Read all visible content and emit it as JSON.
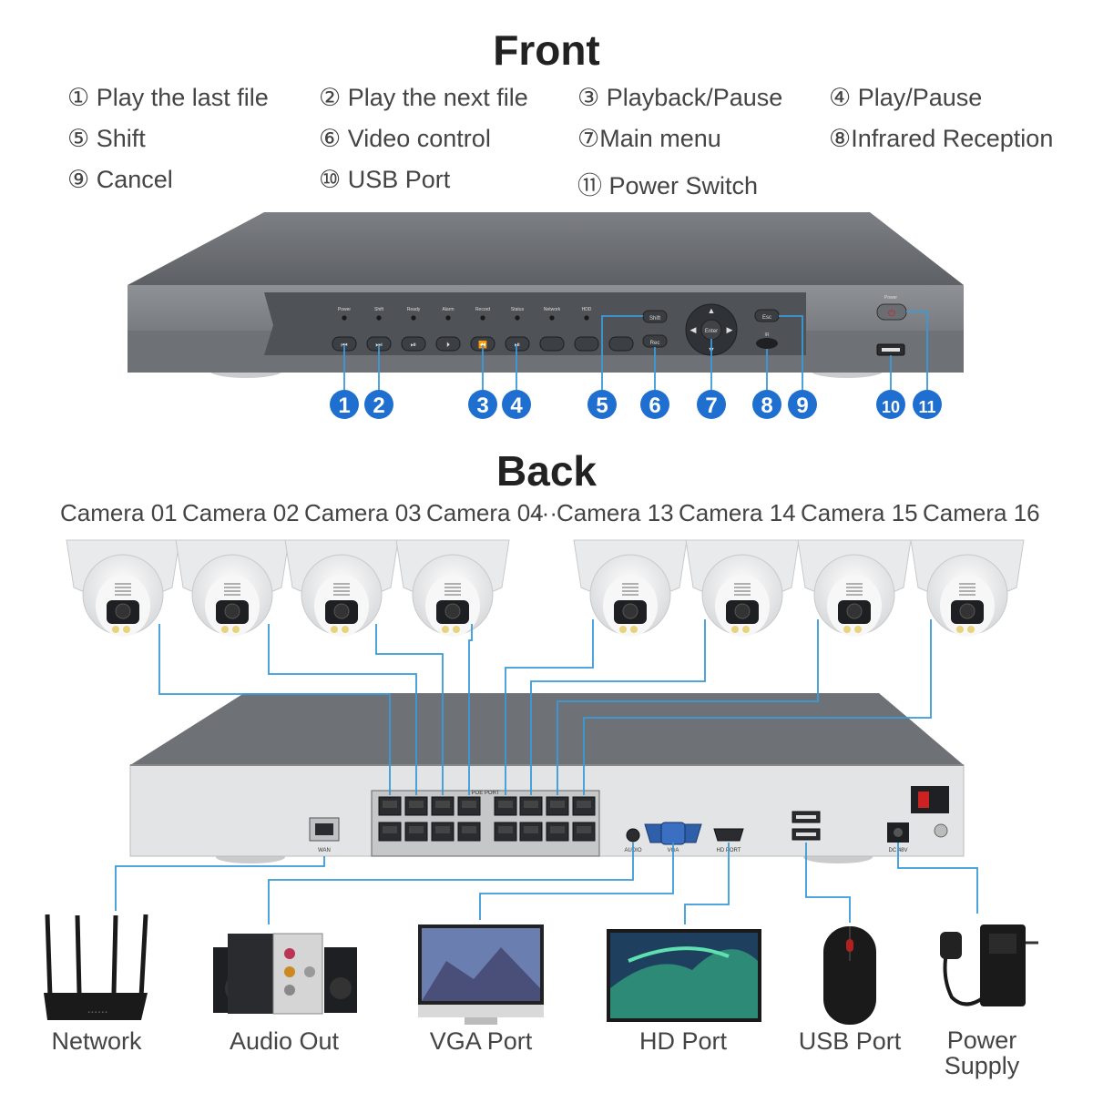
{
  "front": {
    "title": "Front",
    "legend": [
      [
        "① Play the last file",
        "② Play the next file",
        "③ Playback/Pause",
        "④ Play/Pause"
      ],
      [
        "⑤ Shift",
        "⑥ Video control",
        "⑦Main menu",
        "⑧Infrared Reception"
      ],
      [
        "⑨ Cancel",
        "⑩ USB Port",
        "⑪ Power Switch",
        ""
      ]
    ],
    "panel_labels": [
      "Power",
      "Shift",
      "Ready",
      "Alarm",
      "Record",
      "Status",
      "Network",
      "HDD"
    ],
    "button_labels": {
      "shift": "Shift",
      "rec": "Rec",
      "esc": "Esc",
      "enter": "Enter",
      "power": "Power",
      "ir": "IR"
    },
    "callouts": [
      "1",
      "2",
      "3",
      "4",
      "5",
      "6",
      "7",
      "8",
      "9",
      "10",
      "11"
    ]
  },
  "back": {
    "title": "Back",
    "cameras": [
      "Camera 01",
      "Camera 02",
      "Camera 03",
      "Camera 04",
      "Camera 13",
      "Camera 14",
      "Camera 15",
      "Camera 16"
    ],
    "ellipsis": "···",
    "port_labels": {
      "poe": "POE PORT",
      "wan": "WAN",
      "audio": "AUDIO",
      "vga": "VGA",
      "hd": "HD PORT",
      "dc": "DC 48V"
    },
    "devices": [
      "Network",
      "Audio Out",
      "VGA Port",
      "HD Port",
      "USB Port",
      "Power Supply"
    ]
  },
  "colors": {
    "line": "#3a9ad9",
    "callout": "#1f6fd0",
    "chassis": "#6b6e72",
    "panel": "#55585c"
  }
}
